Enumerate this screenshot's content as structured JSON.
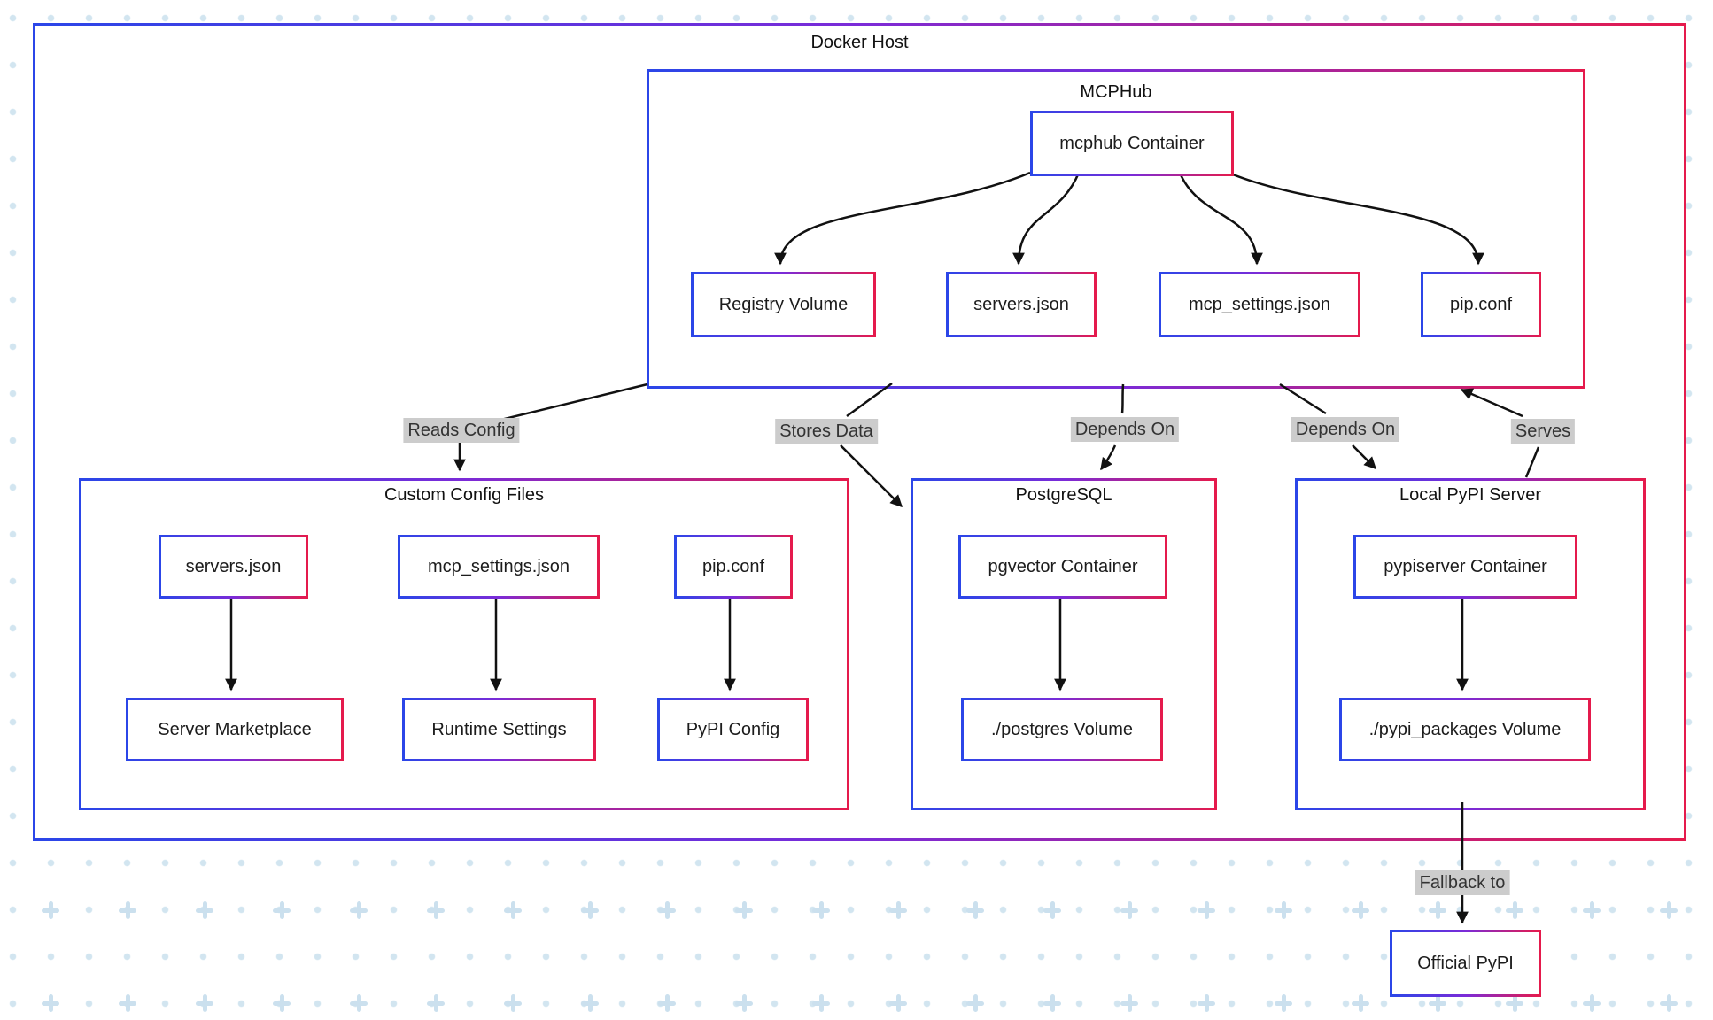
{
  "diagram": {
    "groups": {
      "docker_host": "Docker Host",
      "mcphub": "MCPHub",
      "custom_config": "Custom Config Files",
      "postgresql": "PostgreSQL",
      "local_pypi": "Local PyPI Server"
    },
    "nodes": {
      "mcphub_container": "mcphub Container",
      "registry_volume": "Registry Volume",
      "servers_json_top": "servers.json",
      "mcp_settings_top": "mcp_settings.json",
      "pip_conf_top": "pip.conf",
      "servers_json": "servers.json",
      "mcp_settings": "mcp_settings.json",
      "pip_conf": "pip.conf",
      "server_marketplace": "Server Marketplace",
      "runtime_settings": "Runtime Settings",
      "pypi_config": "PyPI Config",
      "pgvector_container": "pgvector Container",
      "postgres_volume": "./postgres Volume",
      "pypiserver_container": "pypiserver Container",
      "pypi_packages_volume": "./pypi_packages Volume",
      "official_pypi": "Official PyPI"
    },
    "edge_labels": {
      "reads_config": "Reads Config",
      "stores_data": "Stores Data",
      "depends_on_1": "Depends On",
      "depends_on_2": "Depends On",
      "serves": "Serves",
      "fallback_to": "Fallback to"
    },
    "colors": {
      "border_gradient_start": "#2b46e8",
      "border_gradient_mid": "#7b2bd8",
      "border_gradient_end": "#e51a4c",
      "edge_stroke": "#111111",
      "edge_label_bg": "#cccccc",
      "pattern_dot": "#d2e5f0",
      "pattern_plus": "#cbe0ee"
    }
  }
}
